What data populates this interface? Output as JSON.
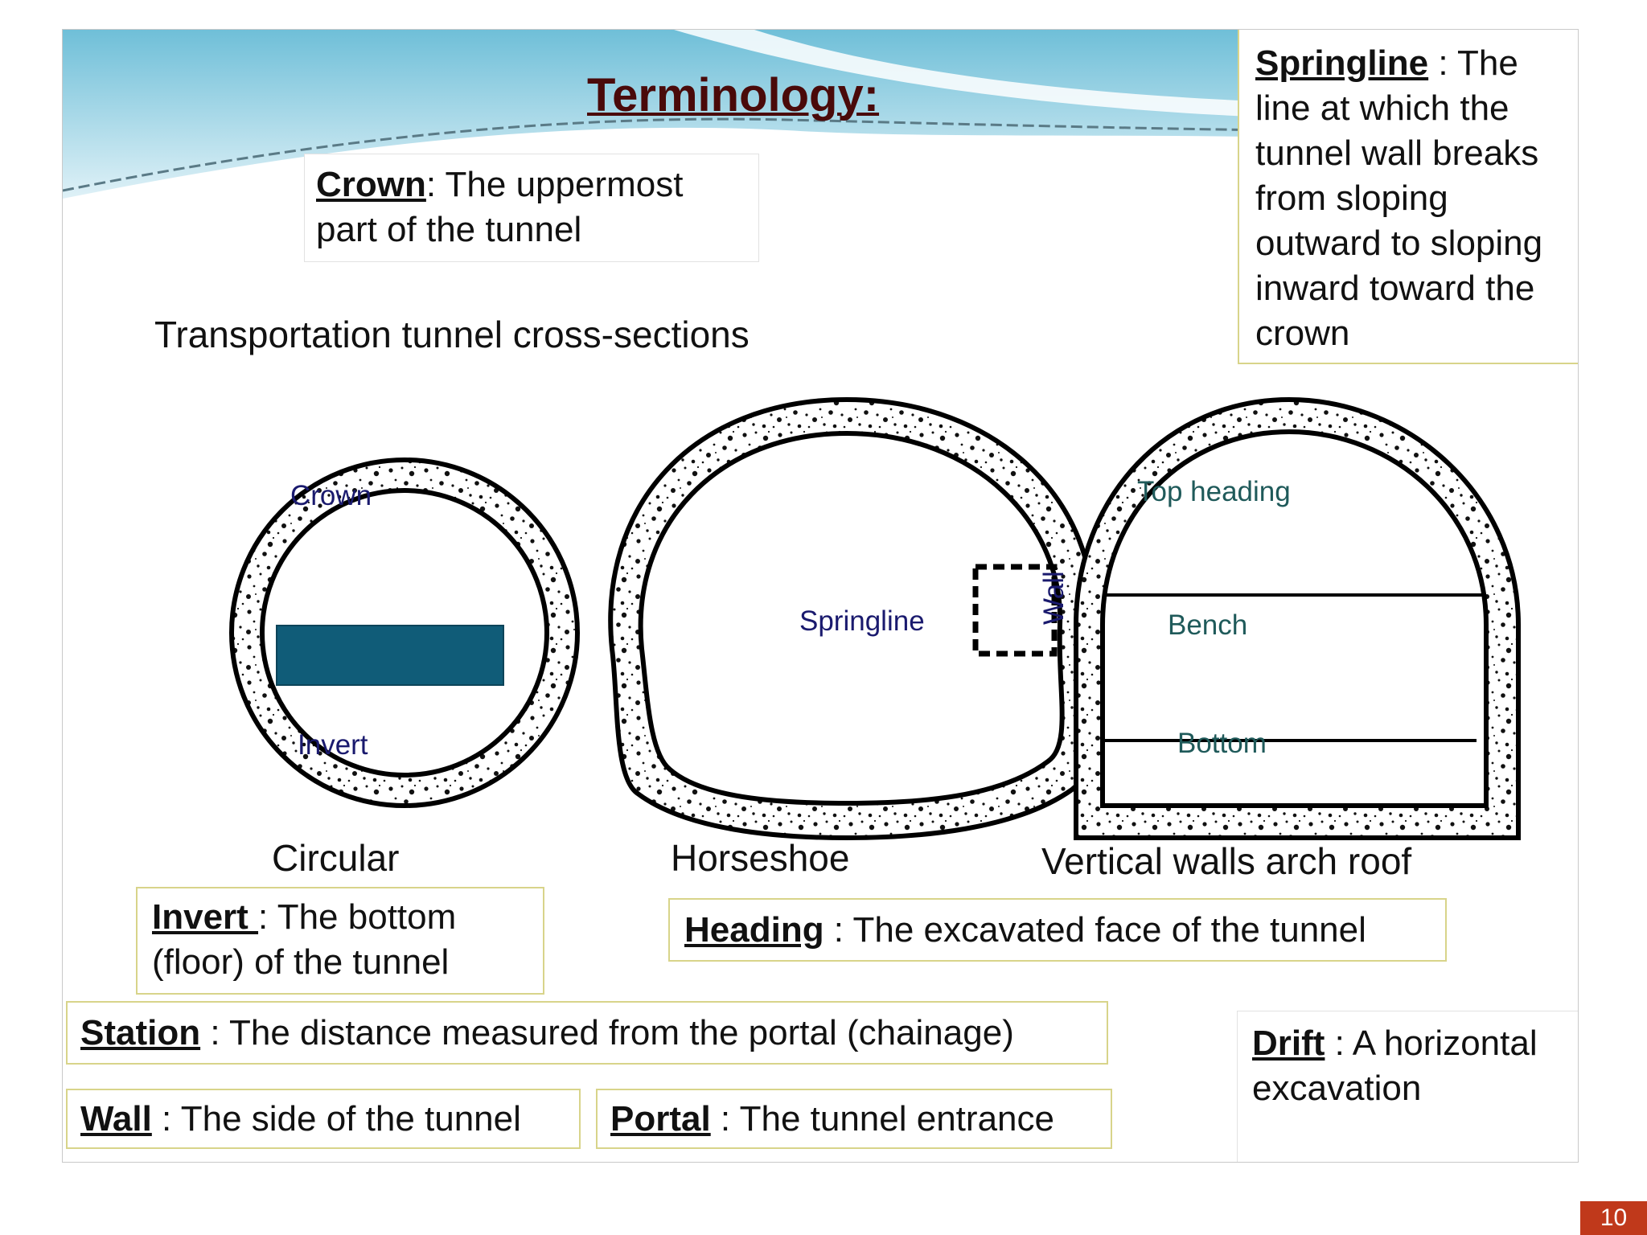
{
  "title": "Terminology:",
  "subtitle": "Transportation tunnel cross-sections",
  "definitions": {
    "crown": {
      "term": "Crown",
      "sep": ": ",
      "text": "The uppermost part of the tunnel"
    },
    "springline": {
      "term": "Springline",
      "sep": " : ",
      "text": "The line at which the tunnel wall breaks from sloping outward to sloping inward toward the crown"
    },
    "invert": {
      "term": "Invert ",
      "sep": ": ",
      "text": "The bottom (floor) of the tunnel"
    },
    "heading": {
      "term": "Heading",
      "sep": " : ",
      "text": "The excavated face of the tunnel"
    },
    "station": {
      "term": "Station",
      "sep": " : ",
      "text": "The distance measured from the portal (chainage)"
    },
    "wall": {
      "term": "Wall",
      "sep": " : ",
      "text": "The side of the tunnel"
    },
    "portal": {
      "term": "Portal",
      "sep": " : ",
      "text": "The tunnel entrance"
    },
    "drift": {
      "term": "Drift",
      "sep": " : ",
      "text": "A horizontal excavation"
    }
  },
  "shapes": {
    "circular": "Circular",
    "horseshoe": "Horseshoe",
    "vertical": "Vertical walls arch roof"
  },
  "diagram_labels": {
    "crown": "Crown",
    "invert": "Invert",
    "springline": "Springline",
    "top_heading": "Top heading",
    "bench": "Bench",
    "bottom": "Bottom",
    "wall": "Wall"
  },
  "page_number": "10",
  "colors": {
    "title": "#4a0a0a",
    "box_border": "#d8d48a",
    "rect_fill": "#105c78",
    "label_navy": "#1a1a6e",
    "label_teal": "#1f5a5a",
    "page_badge": "#c0391b",
    "wave_top": "#7fc6dc"
  }
}
